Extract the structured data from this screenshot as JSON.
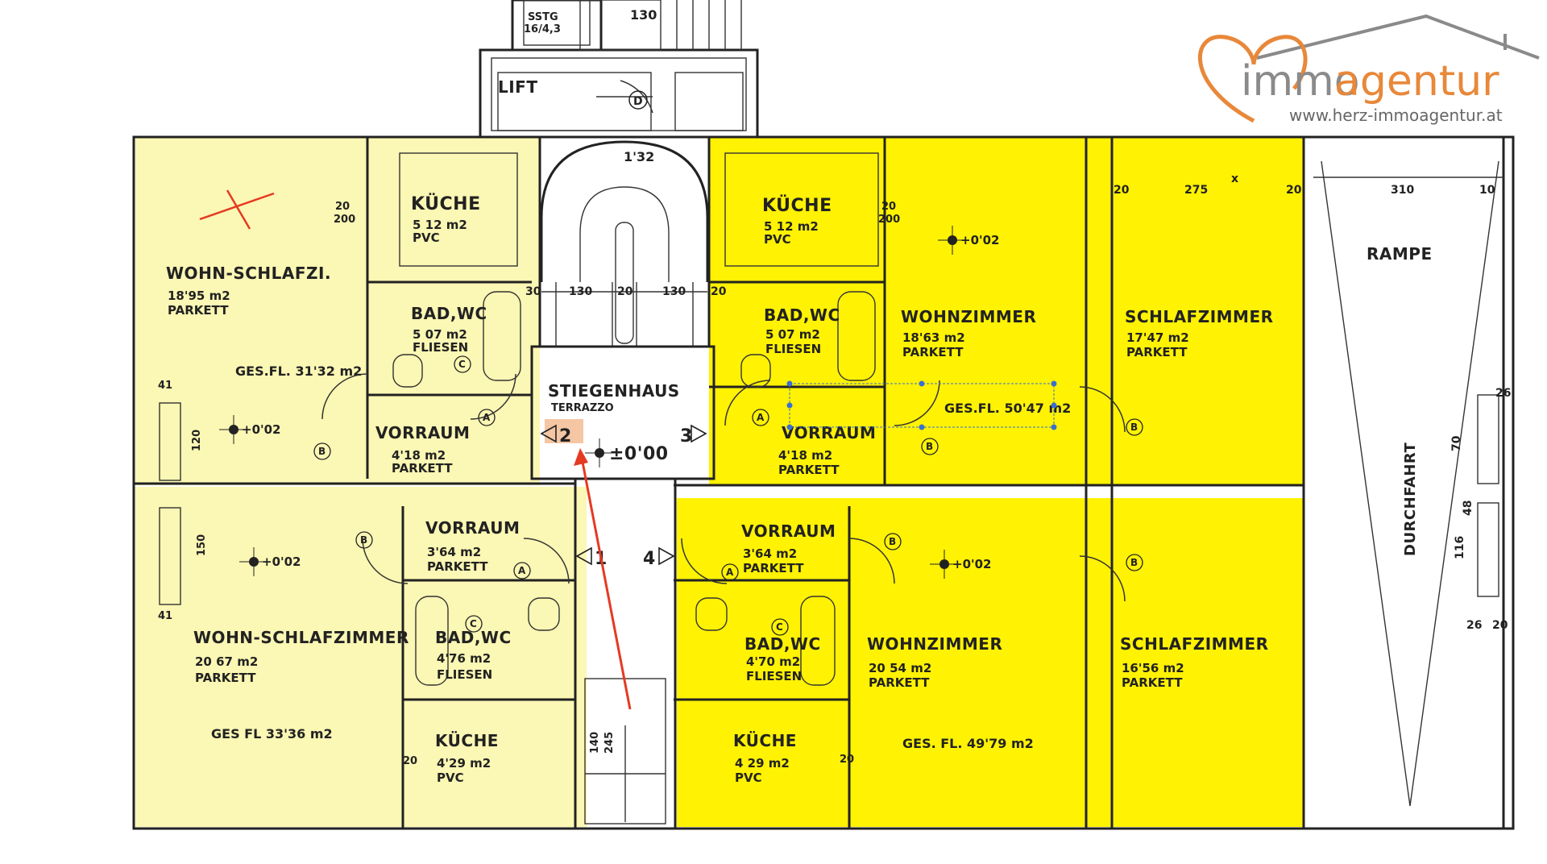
{
  "logo": {
    "brand_left": "immo",
    "brand_right": "agentur",
    "url": "www.herz-immoagentur.at",
    "color_heart": "#e8883a",
    "color_house": "#8a8a8a"
  },
  "colors": {
    "left_unit_fill": "#fbf7b4",
    "right_unit_fill": "#fff203",
    "wall": "#222222",
    "arrow": "#e53a22"
  },
  "top": {
    "lift": "LIFT",
    "stair_top": "SSTG",
    "stair_sub": "16/4,3",
    "dim_130": "130",
    "door_d": "D"
  },
  "stair": {
    "level_132": "1'32",
    "name": "STIEGENHAUS",
    "floor": "TERRAZZO",
    "level_zero": "±0'00",
    "dims": [
      "30",
      "130",
      "20",
      "130",
      "20"
    ],
    "entrance_dims": [
      "140",
      "245"
    ]
  },
  "units": {
    "u1": {
      "number": "1"
    },
    "u2": {
      "number": "2"
    },
    "u3": {
      "number": "3"
    },
    "u4": {
      "number": "4"
    }
  },
  "rooms": {
    "tl_wohn": {
      "name": "WOHN-SCHLAFZI.",
      "area": "18'95 m2",
      "floor": "PARKETT"
    },
    "tl_kueche": {
      "name": "KÜCHE",
      "area": "5 12 m2",
      "floor": "PVC"
    },
    "tl_bad": {
      "name": "BAD,WC",
      "area": "5 07 m2",
      "floor": "FLIESEN"
    },
    "tl_vorraum": {
      "name": "VORRAUM",
      "area": "4'18 m2",
      "floor": "PARKETT"
    },
    "tl_ges": "GES.FL. 31'32 m2",
    "bl_wohn": {
      "name": "WOHN-SCHLAFZIMMER",
      "area": "20 67 m2",
      "floor": "PARKETT"
    },
    "bl_vorraum": {
      "name": "VORRAUM",
      "area": "3'64 m2",
      "floor": "PARKETT"
    },
    "bl_bad": {
      "name": "BAD,WC",
      "area": "4'76 m2",
      "floor": "FLIESEN"
    },
    "bl_kueche": {
      "name": "KÜCHE",
      "area": "4'29 m2",
      "floor": "PVC"
    },
    "bl_ges": "GES FL 33'36 m2",
    "tr_kueche": {
      "name": "KÜCHE",
      "area": "5 12 m2",
      "floor": "PVC"
    },
    "tr_bad": {
      "name": "BAD,WC",
      "area": "5 07 m2",
      "floor": "FLIESEN"
    },
    "tr_vorraum": {
      "name": "VORRAUM",
      "area": "4'18 m2",
      "floor": "PARKETT"
    },
    "tr_wohn": {
      "name": "WOHNZIMMER",
      "area": "18'63 m2",
      "floor": "PARKETT"
    },
    "tr_schlaf": {
      "name": "SCHLAFZIMMER",
      "area": "17'47 m2",
      "floor": "PARKETT"
    },
    "tr_ges": "GES.FL. 50'47 m2",
    "br_vorraum": {
      "name": "VORRAUM",
      "area": "3'64 m2",
      "floor": "PARKETT"
    },
    "br_bad": {
      "name": "BAD,WC",
      "area": "4'70 m2",
      "floor": "FLIESEN"
    },
    "br_kueche": {
      "name": "KÜCHE",
      "area": "4 29 m2",
      "floor": "PVC"
    },
    "br_wohn": {
      "name": "WOHNZIMMER",
      "area": "20 54 m2",
      "floor": "PARKETT"
    },
    "br_schlaf": {
      "name": "SCHLAFZIMMER",
      "area": "16'56 m2",
      "floor": "PARKETT"
    },
    "br_ges": "GES. FL. 49'79 m2"
  },
  "right_side": {
    "rampe": "RAMPE",
    "durchfahrt": "DURCHFAHRT",
    "dims_top": [
      "20",
      "275",
      "x",
      "20",
      "310",
      "10"
    ],
    "dims_side": [
      "70",
      "26",
      "48",
      "116",
      "26",
      "20"
    ]
  },
  "levels": {
    "l002": "+0'02",
    "wall_dims": [
      "41",
      "120",
      "41",
      "150",
      "20",
      "200",
      "20",
      "200",
      "20",
      "20",
      "20",
      "20"
    ]
  },
  "door_markers": [
    "A",
    "B",
    "C"
  ]
}
